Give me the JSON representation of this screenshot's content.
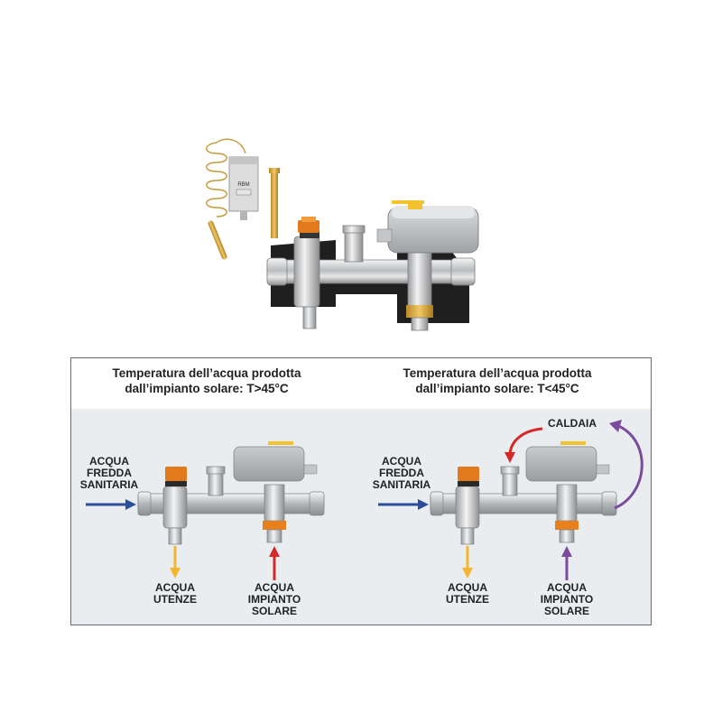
{
  "product": {
    "thermostat_logo": "RBM"
  },
  "panels": [
    {
      "title_line1": "Temperatura dell’acqua prodotta",
      "title_line2": "dall’impianto solare: T>45°C",
      "label_cold": [
        "ACQUA",
        "FREDDA",
        "SANITARIA"
      ],
      "label_users": [
        "ACQUA",
        "UTENZE"
      ],
      "label_solar": [
        "ACQUA",
        "IMPIANTO",
        "SOLARE"
      ]
    },
    {
      "title_line1": "Temperatura dell’acqua prodotta",
      "title_line2": "dall’impianto solare: T<45°C",
      "label_cold": [
        "ACQUA",
        "FREDDA",
        "SANITARIA"
      ],
      "label_users": [
        "ACQUA",
        "UTENZE"
      ],
      "label_solar": [
        "ACQUA",
        "IMPIANTO",
        "SOLARE"
      ],
      "label_boiler": "CALDAIA"
    }
  ],
  "colors": {
    "cold_arrow": "#2b4d9a",
    "users_arrow": "#f2b630",
    "solar_arrow_hot": "#d62828",
    "solar_arrow_cold": "#7a4a9e",
    "boiler_arrow": "#d62828",
    "panel_bg": "#e9edf0"
  }
}
